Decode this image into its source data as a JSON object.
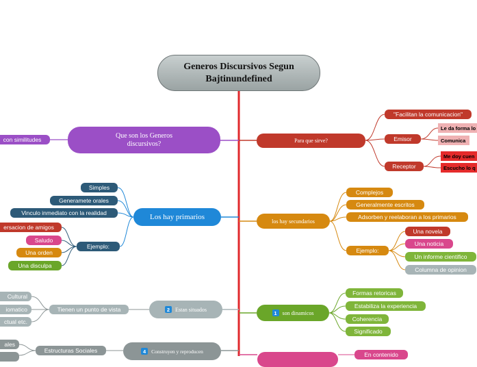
{
  "central": {
    "line1": "Generos Discursivos Segun",
    "line2": "Bajtinundefined"
  },
  "left": {
    "que_son": {
      "label_line1": "Que son los  Generos",
      "label_line2": "discursivos?",
      "child": "con similitudes"
    },
    "primarios": {
      "label": "Los hay primarios",
      "items": [
        "Simples",
        "Generamete orales",
        "Vinculo inmediato con la realidad"
      ],
      "ejemplo": {
        "label": "Ejemplo:",
        "items": [
          "ersacion de amigos",
          "Saludo",
          "Una orden",
          "Una disculpa"
        ]
      }
    },
    "situados": {
      "number": "2",
      "label": "Estan situados",
      "child": "Tienen un punto de vista",
      "grandchildren": [
        "Cultural",
        "iomatico",
        "ctual etc."
      ]
    },
    "construyen": {
      "number": "4",
      "label": "Construyen y reproducen",
      "child": "Estructuras Sociales",
      "grandchildren": [
        "ales",
        ""
      ]
    }
  },
  "right": {
    "para_que": {
      "label": "Para que sirve?",
      "items": [
        "\"Facilitan la comunicacion\"",
        "Emisor",
        "Receptor"
      ],
      "emisor_children": [
        "Le da forma lo",
        "Comunica"
      ],
      "receptor_children": [
        "Me doy cuen",
        "Escucho lo q"
      ]
    },
    "secundarios": {
      "label": "los hay secundarios",
      "items": [
        "Complejos",
        "Generalmente escritos",
        "Adsorben y reelaboran a los primarios"
      ],
      "ejemplo": {
        "label": "Ejemplo:",
        "items": [
          "Una novela",
          "Una noticia",
          "Un informe cientifico",
          "Columna de opinion"
        ]
      }
    },
    "dinamicos": {
      "number": "1",
      "label": "son dinamicos",
      "items": [
        "Formas retoricas",
        "Estabiliza la experiencia",
        "Coherencia",
        "Significado"
      ]
    },
    "contenido": {
      "child": "En contenido"
    }
  },
  "colors": {
    "trunk": "#e0282c",
    "purple": "#9b4fc6",
    "blue": "#1f88d8",
    "navy": "#2d5a78",
    "red": "#c0392b",
    "pink": "#d9478c",
    "amber": "#d68910",
    "green": "#6aa629",
    "olive": "#7fb53a",
    "gray": "#a7b4b6"
  }
}
